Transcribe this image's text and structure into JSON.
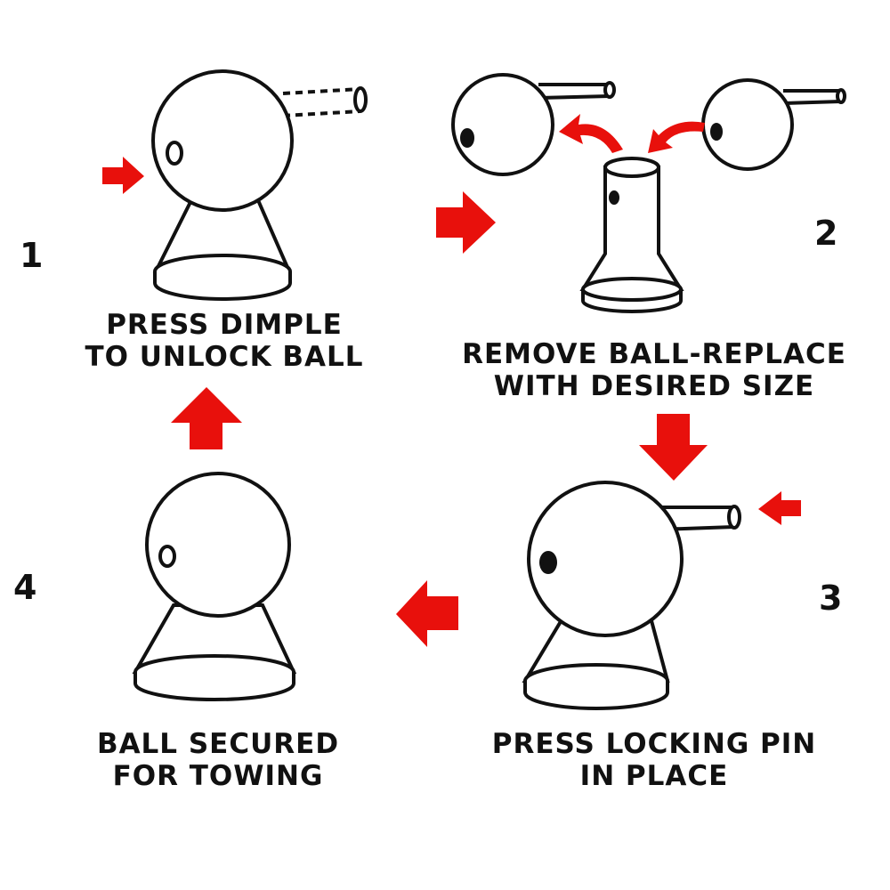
{
  "colors": {
    "arrow": "#e8100c",
    "ink": "#111111"
  },
  "steps": [
    {
      "number": "1",
      "line1": "PRESS DIMPLE",
      "line2": "TO UNLOCK BALL"
    },
    {
      "number": "2",
      "line1": "REMOVE BALL-REPLACE",
      "line2": "WITH DESIRED SIZE"
    },
    {
      "number": "3",
      "line1": "PRESS LOCKING PIN",
      "line2": "IN PLACE"
    },
    {
      "number": "4",
      "line1": "BALL SECURED",
      "line2": "FOR TOWING"
    }
  ]
}
